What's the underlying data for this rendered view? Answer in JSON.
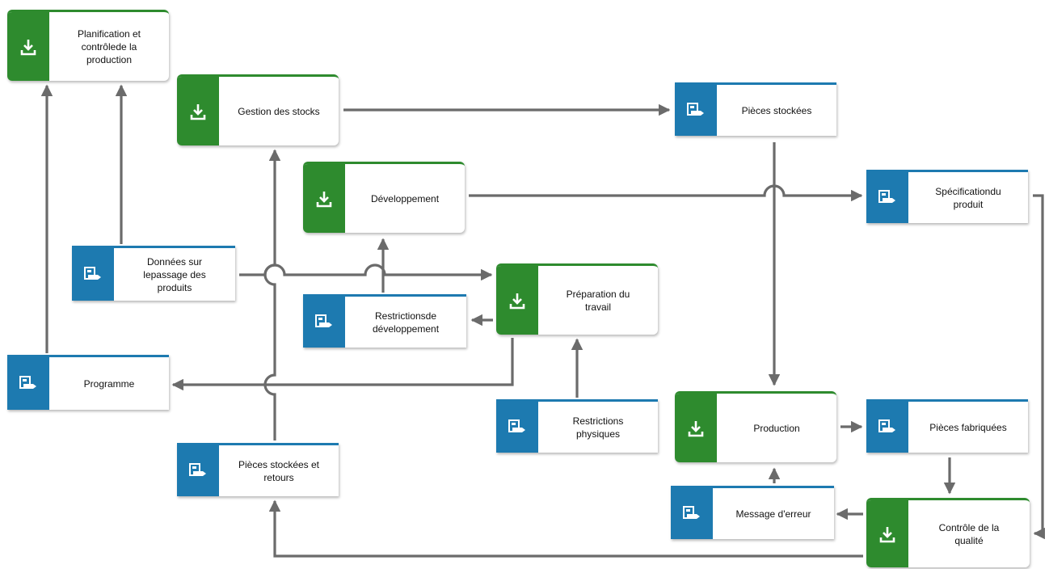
{
  "colors": {
    "function": "#2e8b2e",
    "information": "#1d7ab0",
    "connector": "#6b6b6b"
  },
  "functions": {
    "planification": {
      "label": "Planification et\ncontrôlede la\nproduction",
      "icon": "download-icon"
    },
    "gestion_stocks": {
      "label": "Gestion des stocks",
      "icon": "download-icon"
    },
    "developpement": {
      "label": "Développement",
      "icon": "download-icon"
    },
    "preparation": {
      "label": "Préparation du\ntravail",
      "icon": "download-icon"
    },
    "production": {
      "label": "Production",
      "icon": "download-icon"
    },
    "controle": {
      "label": "Contrôle de la\nqualité",
      "icon": "download-icon"
    }
  },
  "information": {
    "pieces_stockees": {
      "label": "Pièces stockées",
      "icon": "document-tag-icon"
    },
    "specification": {
      "label": "Spécificationdu\nproduit",
      "icon": "document-tag-icon"
    },
    "donnees_passage": {
      "label": "Données sur\nlepassage des\nproduits",
      "icon": "document-tag-icon"
    },
    "restrictions_dev": {
      "label": "Restrictionsde\ndéveloppement",
      "icon": "document-tag-icon"
    },
    "programme": {
      "label": "Programme",
      "icon": "document-tag-icon"
    },
    "restrictions_phys": {
      "label": "Restrictions\nphysiques",
      "icon": "document-tag-icon"
    },
    "pieces_fabriquees": {
      "label": "Pièces fabriquées",
      "icon": "document-tag-icon"
    },
    "pieces_retours": {
      "label": "Pièces stockées et\nretours",
      "icon": "document-tag-icon"
    },
    "message_erreur": {
      "label": "Message d'erreur",
      "icon": "document-tag-icon"
    }
  }
}
